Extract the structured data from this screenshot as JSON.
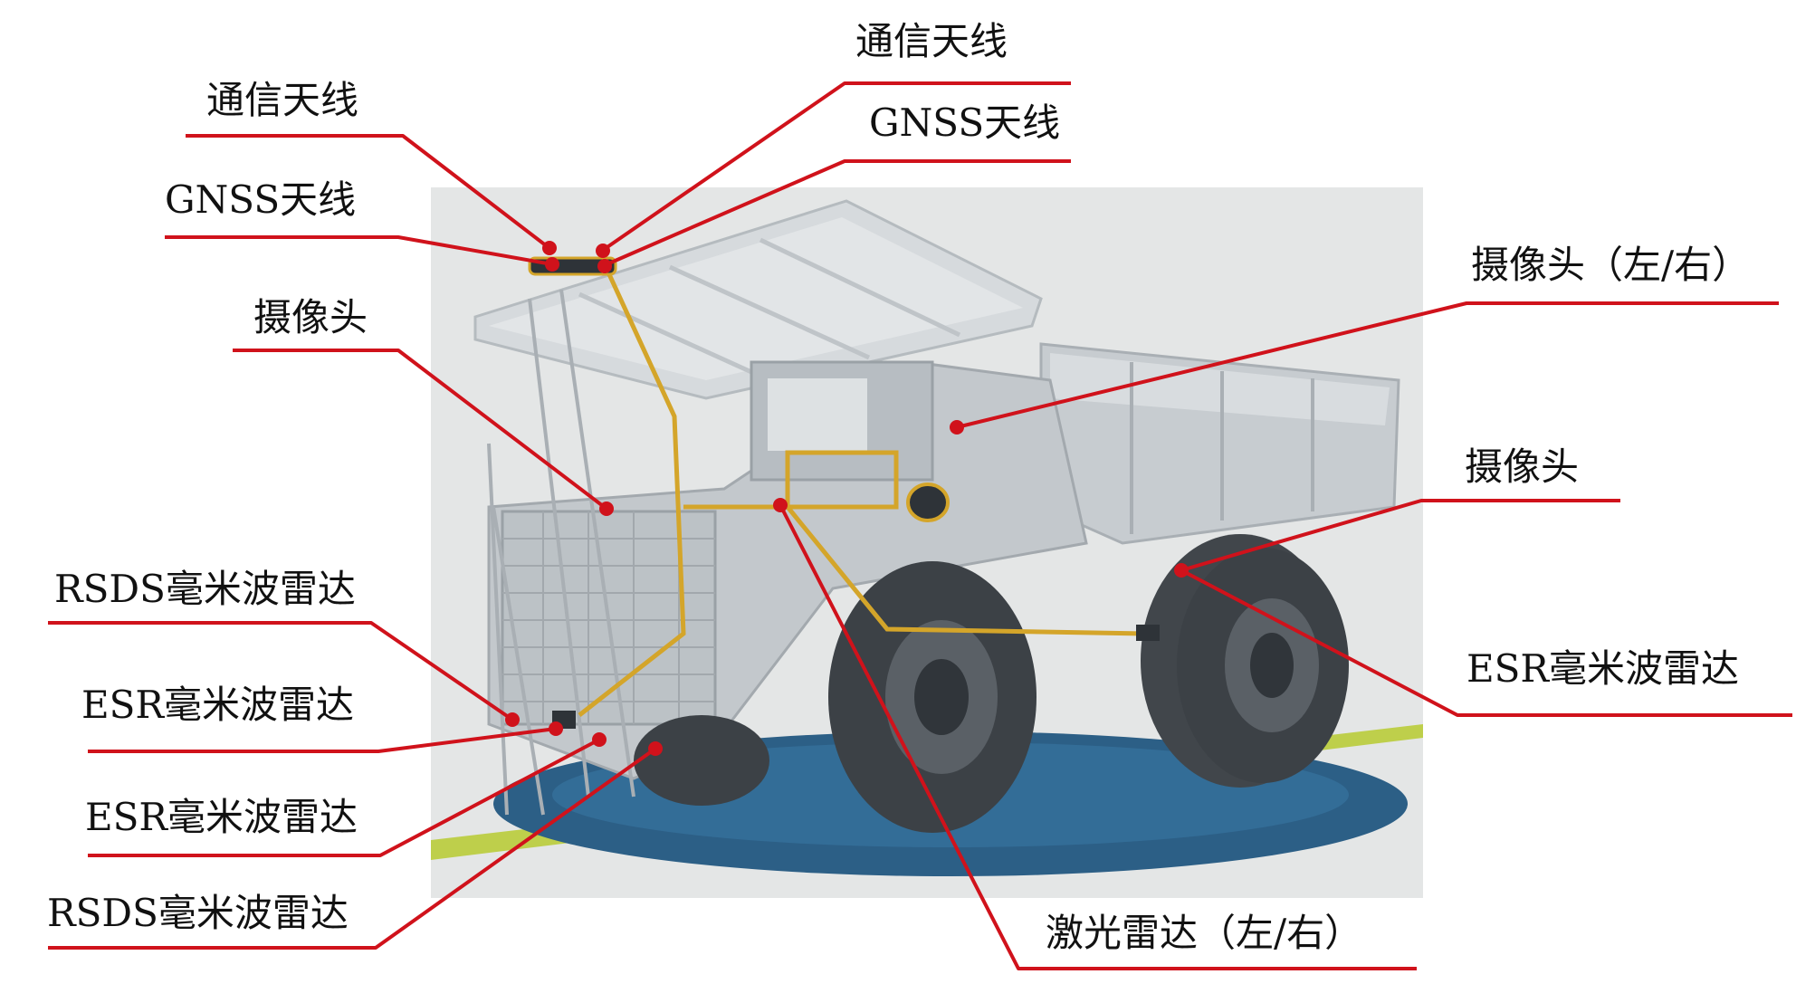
{
  "labels": {
    "comm_antenna_left": "通信天线",
    "gnss_antenna_left": "GNSS天线",
    "camera_left": "摄像头",
    "rsds_radar_left_top": "RSDS毫米波雷达",
    "esr_radar_left_top": "ESR毫米波雷达",
    "esr_radar_left_bottom": "ESR毫米波雷达",
    "rsds_radar_left_bottom": "RSDS毫米波雷达",
    "comm_antenna_right": "通信天线",
    "gnss_antenna_right": "GNSS天线",
    "camera_left_right": "摄像头（左/右）",
    "camera_right": "摄像头",
    "esr_radar_right": "ESR毫米波雷达",
    "lidar_left_right": "激光雷达（左/右）"
  },
  "colors": {
    "leader_line": "#d0121b",
    "dot": "#d0121b",
    "backdrop": "#e4e6e6",
    "truck_body": "#cfd3d6",
    "truck_shadow": "#9aa1a6",
    "tire": "#3c4146",
    "ground_ring": "#2c5f86",
    "ground_stripe": "#b9cc3a",
    "wiring": "#d4a52a"
  }
}
